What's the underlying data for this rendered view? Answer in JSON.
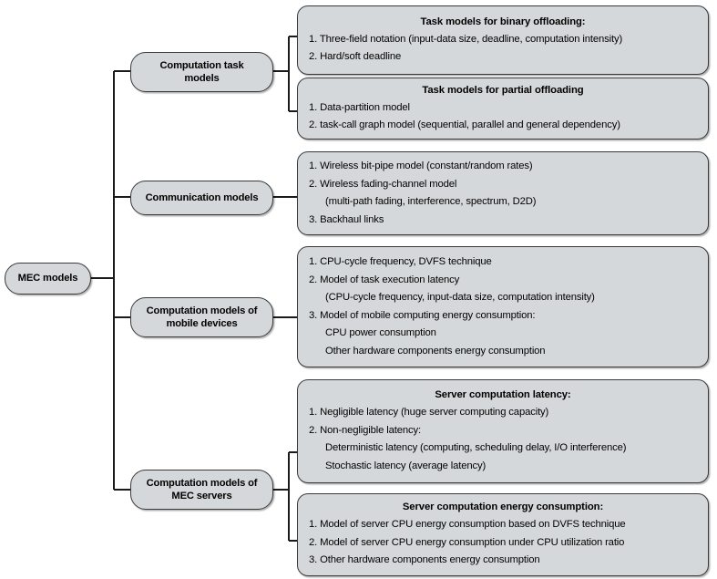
{
  "diagram": {
    "title": "MEC models",
    "type": "tree-taxonomy",
    "colors": {
      "node_fill": "#d5d8da",
      "node_stroke": "#3a3a3a",
      "connector": "#1a1a1a",
      "background": "#ffffff",
      "text": "#000000"
    },
    "root": {
      "label": "MEC models"
    },
    "branches": [
      {
        "key": "computation-task-models",
        "label": "Computation task models",
        "label_lines": [
          "Computation task",
          "models"
        ],
        "panels": [
          {
            "key": "task-models-binary-offloading",
            "title": "Task models for binary offloading:",
            "items": [
              {
                "text": "1. Three-field notation (input-data size, deadline, computation intensity)",
                "sub": false
              },
              {
                "text": "2. Hard/soft deadline",
                "sub": false
              }
            ]
          },
          {
            "key": "task-models-partial-offloading",
            "title": "Task models for partial offloading",
            "items": [
              {
                "text": "1. Data-partition model",
                "sub": false
              },
              {
                "text": "2. task-call graph model (sequential, parallel and general dependency)",
                "sub": false
              }
            ]
          }
        ]
      },
      {
        "key": "communication-models",
        "label": "Communication models",
        "label_lines": [
          "Communication models"
        ],
        "panels": [
          {
            "key": "communication-models-detail",
            "title": "",
            "items": [
              {
                "text": "1. Wireless bit-pipe model (constant/random rates)",
                "sub": false
              },
              {
                "text": "2. Wireless fading-channel model",
                "sub": false
              },
              {
                "text": "(multi-path fading, interference, spectrum, D2D)",
                "sub": true
              },
              {
                "text": "3. Backhaul links",
                "sub": false
              }
            ]
          }
        ]
      },
      {
        "key": "computation-models-mobile-devices",
        "label": "Computation models of mobile devices",
        "label_lines": [
          "Computation models of",
          "mobile devices"
        ],
        "panels": [
          {
            "key": "computation-models-mobile-devices-detail",
            "title": "",
            "items": [
              {
                "text": "1. CPU-cycle frequency, DVFS technique",
                "sub": false
              },
              {
                "text": "2. Model of task execution latency",
                "sub": false
              },
              {
                "text": "(CPU-cycle frequency, input-data size, computation intensity)",
                "sub": true
              },
              {
                "text": "3. Model of mobile computing energy consumption:",
                "sub": false
              },
              {
                "text": "CPU power consumption",
                "sub": true
              },
              {
                "text": "Other hardware components energy consumption",
                "sub": true
              }
            ]
          }
        ]
      },
      {
        "key": "computation-models-mec-servers",
        "label": "Computation models of MEC servers",
        "label_lines": [
          "Computation models of",
          "MEC servers"
        ],
        "panels": [
          {
            "key": "server-computation-latency",
            "title": "Server computation latency:",
            "items": [
              {
                "text": "1. Negligible latency (huge server computing capacity)",
                "sub": false
              },
              {
                "text": "2. Non-negligible latency:",
                "sub": false
              },
              {
                "text": "Deterministic latency (computing, scheduling delay, I/O interference)",
                "sub": true
              },
              {
                "text": "Stochastic latency (average latency)",
                "sub": true
              }
            ]
          },
          {
            "key": "server-computation-energy-consumption",
            "title": "Server computation energy consumption:",
            "items": [
              {
                "text": "1. Model of server CPU energy consumption based on DVFS technique",
                "sub": false
              },
              {
                "text": "2. Model of server CPU energy consumption under CPU utilization ratio",
                "sub": false
              },
              {
                "text": "3. Other hardware components energy consumption",
                "sub": false
              }
            ]
          }
        ]
      }
    ]
  }
}
